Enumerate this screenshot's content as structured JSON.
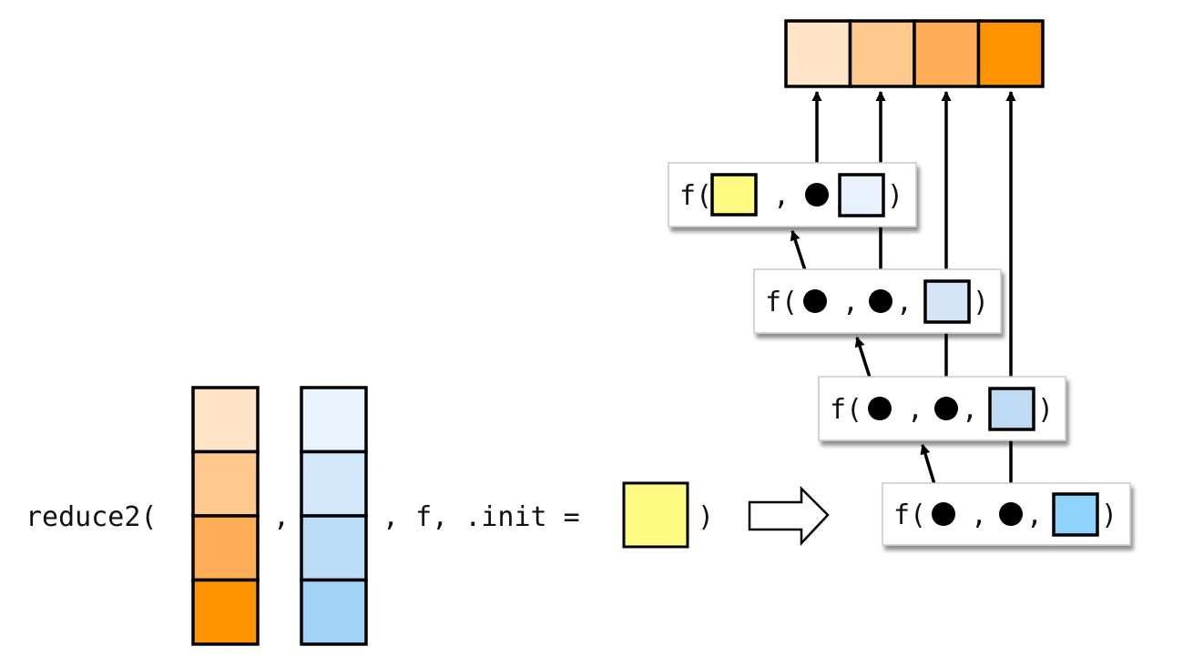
{
  "expression": {
    "prefix": "reduce2(",
    "sep1": ",",
    "sep2": ", f, .init =",
    "suffix": ")"
  },
  "colors": {
    "x": [
      "#FFE4C7",
      "#FFC98E",
      "#FFAD56",
      "#FF9300"
    ],
    "y": [
      "#E8F3FD",
      "#D3E7FA",
      "#BBDDF6",
      "#9ED2F7"
    ],
    "init": "#FFFB82",
    "step_y": [
      "#E8F0FB",
      "#D3E5F6",
      "#BEDBF3",
      "#8FD3FC"
    ],
    "stroke": "#000000"
  },
  "steps": [
    {
      "fn": "f(",
      "args": [
        "init",
        "x",
        "y"
      ],
      "close": ")"
    },
    {
      "fn": "f(",
      "args": [
        "acc",
        "x",
        "y"
      ],
      "close": ")"
    },
    {
      "fn": "f(",
      "args": [
        "acc",
        "x",
        "y"
      ],
      "close": ")"
    },
    {
      "fn": "f(",
      "args": [
        "acc",
        "x",
        "y"
      ],
      "close": ")"
    }
  ],
  "arg_sep": ",",
  "output_count": 4,
  "transform_arrow": "hollow-right-arrow"
}
